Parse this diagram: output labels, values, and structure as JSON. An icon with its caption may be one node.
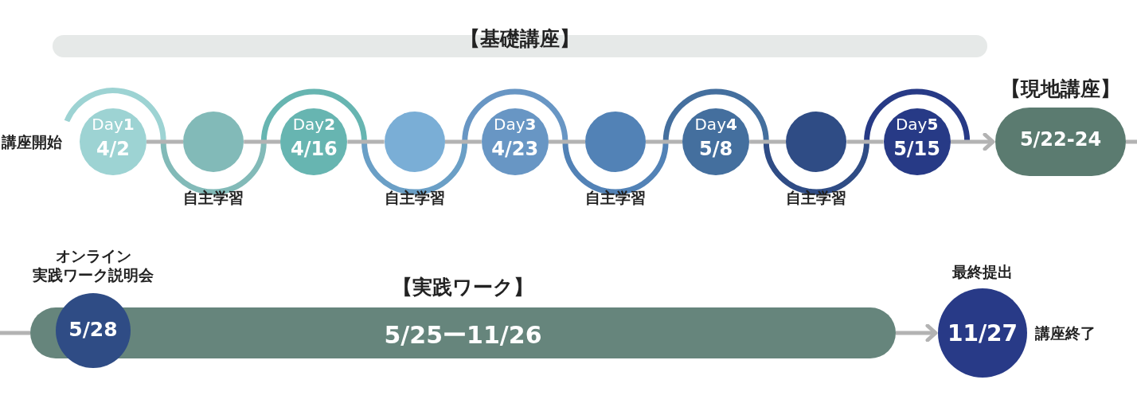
{
  "diagram": {
    "nodes": [
      {
        "text": [
          "【基礎講座】"
        ]
      },
      {
        "text": [
          "Day**1**",
          "4/2"
        ],
        "beside": [
          "講座開始"
        ]
      },
      {
        "text": [],
        "shape": "circle",
        "beside": [
          "自主学習"
        ]
      },
      {
        "text": [
          "Day**2**",
          "4/16"
        ]
      },
      {
        "text": [],
        "shape": "circle",
        "beside": [
          "自主学習"
        ]
      },
      {
        "text": [
          "Day**3**",
          "4/23"
        ]
      },
      {
        "text": [],
        "shape": "circle",
        "beside": [
          "自主学習"
        ]
      },
      {
        "text": [
          "Day**4**",
          "5/8"
        ]
      },
      {
        "text": [],
        "shape": "circle",
        "beside": [
          "自主学習"
        ]
      },
      {
        "text": [
          "Day**5**",
          "5/15"
        ]
      },
      {
        "text": [
          "【現地講座】",
          "5/22-24"
        ]
      },
      {
        "text": [
          "【実践ワーク】",
          "5/25ー11/26"
        ]
      },
      {
        "text": [
          "5/28"
        ],
        "beside": [
          "オンライン",
          "実践ワーク説明会"
        ]
      },
      {
        "text": [
          "11/27"
        ],
        "beside": [
          "最終提出",
          "講座終了"
        ]
      }
    ],
    "edges": [
      {
        "from": 1,
        "to": 2,
        "arrow": "none"
      },
      {
        "from": 2,
        "to": 3,
        "arrow": "none"
      },
      {
        "from": 3,
        "to": 4,
        "arrow": "none"
      },
      {
        "from": 4,
        "to": 5,
        "arrow": "none"
      },
      {
        "from": 5,
        "to": 6,
        "arrow": "none"
      },
      {
        "from": 6,
        "to": 7,
        "arrow": "none"
      },
      {
        "from": 7,
        "to": 8,
        "arrow": "none"
      },
      {
        "from": 8,
        "to": 9,
        "arrow": "none"
      },
      {
        "from": 9,
        "to": 10,
        "arrow": "to"
      },
      {
        "from": 10,
        "to": null,
        "arrow": "none"
      },
      {
        "from": null,
        "to": 11,
        "arrow": "none"
      },
      {
        "from": 11,
        "to": 13,
        "arrow": "to"
      }
    ]
  }
}
